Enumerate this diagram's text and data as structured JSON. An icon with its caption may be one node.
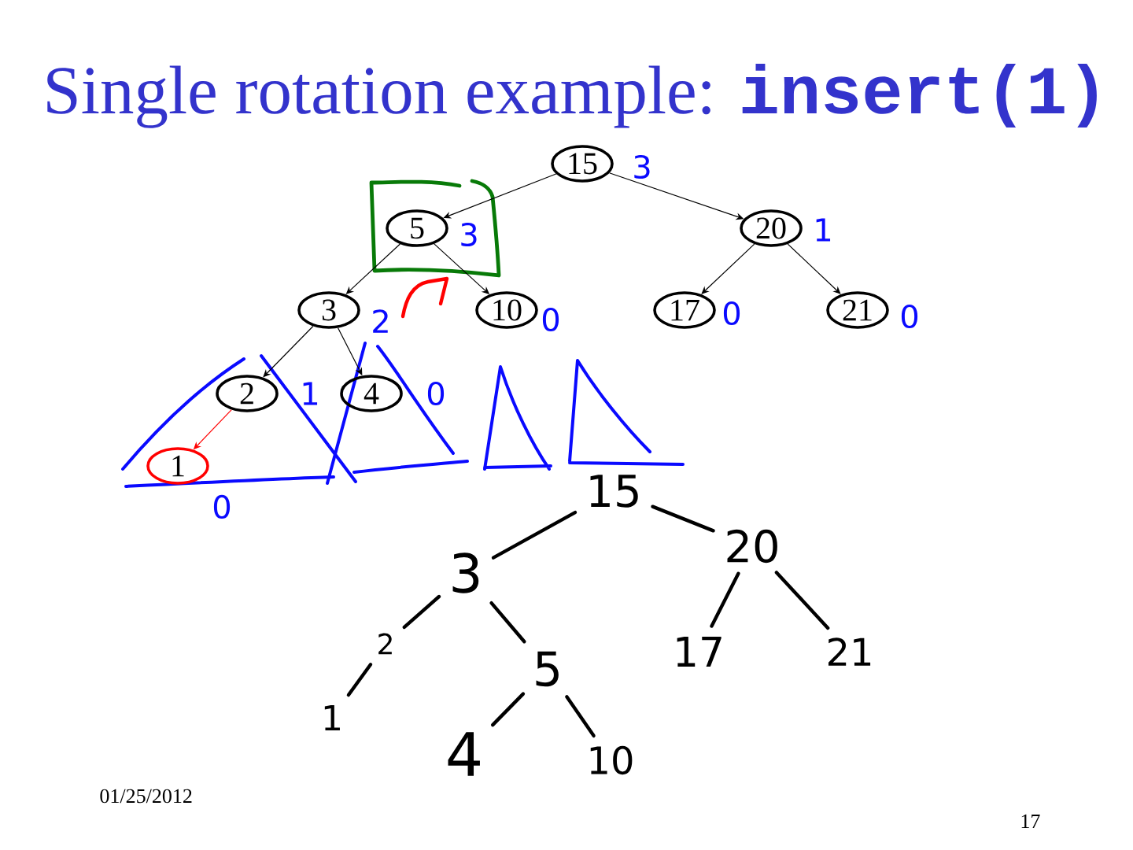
{
  "diagram": {
    "title": "Single rotation example: **insert(1)**",
    "nodes": [
      {
        "text": [
          "15"
        ],
        "beside": [
          "3"
        ]
      },
      {
        "text": [
          "5"
        ],
        "beside": [
          "3"
        ]
      },
      {
        "text": [
          "20"
        ],
        "beside": [
          "1"
        ]
      },
      {
        "text": [
          "3"
        ],
        "beside": [
          "2"
        ]
      },
      {
        "text": [
          "10"
        ],
        "beside": [
          "0"
        ]
      },
      {
        "text": [
          "17"
        ],
        "beside": [
          "0"
        ]
      },
      {
        "text": [
          "21"
        ],
        "beside": [
          "0"
        ]
      },
      {
        "text": [
          "2"
        ],
        "beside": [
          "1"
        ]
      },
      {
        "text": [
          "4"
        ],
        "beside": [
          "0"
        ]
      },
      {
        "text": [
          "1"
        ],
        "beside": [
          "0"
        ]
      },
      {
        "text": [
          "15"
        ]
      },
      {
        "text": [
          "3"
        ]
      },
      {
        "text": [
          "20"
        ]
      },
      {
        "text": [
          "2"
        ]
      },
      {
        "text": [
          "5"
        ]
      },
      {
        "text": [
          "17"
        ]
      },
      {
        "text": [
          "21"
        ]
      },
      {
        "text": [
          "1"
        ]
      },
      {
        "text": [
          "4"
        ]
      },
      {
        "text": [
          "10"
        ]
      }
    ],
    "edges": [
      {
        "from": 0,
        "to": 1,
        "arrow": "to"
      },
      {
        "from": 0,
        "to": 2,
        "arrow": "to"
      },
      {
        "from": 1,
        "to": 3,
        "arrow": "to"
      },
      {
        "from": 1,
        "to": 4,
        "arrow": "to"
      },
      {
        "from": 2,
        "to": 5,
        "arrow": "to"
      },
      {
        "from": 2,
        "to": 6,
        "arrow": "to"
      },
      {
        "from": 3,
        "to": 7,
        "arrow": "to"
      },
      {
        "from": 3,
        "to": 8,
        "arrow": "to"
      },
      {
        "from": 7,
        "to": 9,
        "arrow": "to",
        "color": "#ff0000"
      },
      {
        "from": 10,
        "to": 11,
        "arrow": "none",
        "style": "thick"
      },
      {
        "from": 10,
        "to": 12,
        "arrow": "none",
        "style": "thick"
      },
      {
        "from": 11,
        "to": 13,
        "arrow": "none",
        "style": "thick"
      },
      {
        "from": 11,
        "to": 14,
        "arrow": "none",
        "style": "thick"
      },
      {
        "from": 12,
        "to": 15,
        "arrow": "none",
        "style": "thick"
      },
      {
        "from": 12,
        "to": 16,
        "arrow": "none",
        "style": "thick"
      },
      {
        "from": 13,
        "to": 17,
        "arrow": "none",
        "style": "thick"
      },
      {
        "from": 14,
        "to": 18,
        "arrow": "none",
        "style": "thick"
      },
      {
        "from": 14,
        "to": 19,
        "arrow": "none",
        "style": "thick"
      }
    ],
    "labels": [
      "01/25/2012",
      "17"
    ]
  }
}
